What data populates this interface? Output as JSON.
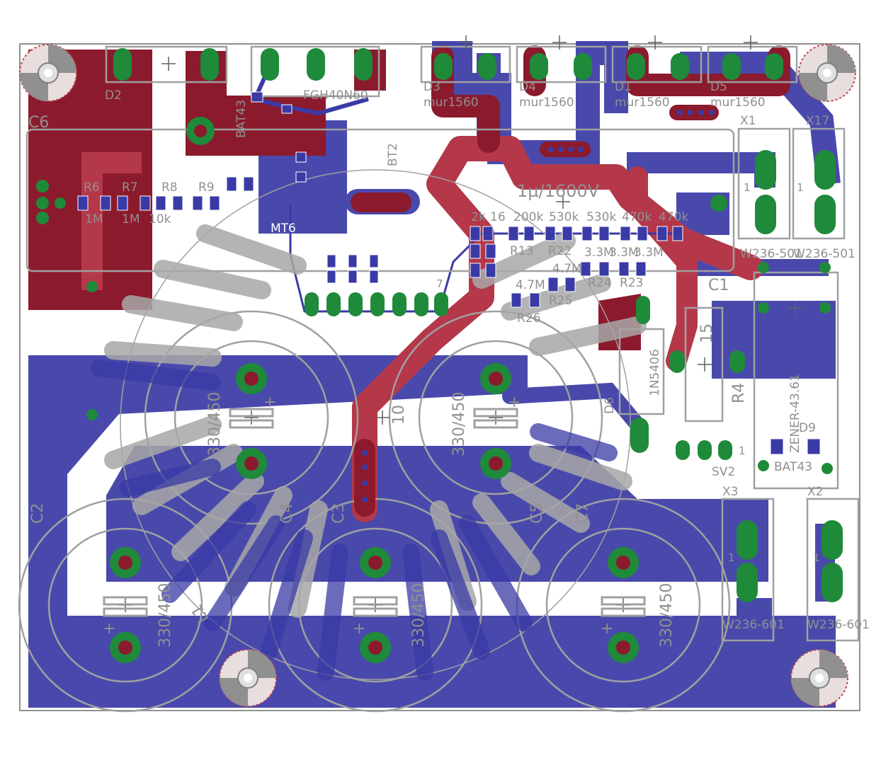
{
  "colors": {
    "top_copper": "#8c1a2d",
    "top_copper_light": "#b4384a",
    "bottom_copper": "#3a3aa6",
    "silkscreen": "#a0a0a0",
    "pad": "#1f8a3a",
    "board_outline": "#909090",
    "background": "#ffffff"
  },
  "components": {
    "d2": "D2",
    "d3": "D3",
    "d4": "D4",
    "d1": "D1",
    "d5": "D5",
    "d6": "D6",
    "d9": "D9",
    "mur_a": "mur1560",
    "mur_b": "mur1560",
    "mur_c": "mur1560",
    "mur_d": "mur1560",
    "c6": "C6",
    "c1": "C1",
    "c2": "C2",
    "c3": "C3",
    "c4": "C4",
    "c5": "C5",
    "c7": "C7",
    "igbt": "FGH40N60",
    "bt2": "BT2",
    "bat43_a": "BAT43",
    "bat43_b": "BAT43",
    "x1": "X1",
    "x17": "X17",
    "x3": "X3",
    "x2": "X2",
    "w236_501_a": "W236-501",
    "w236_501_b": "W236-501",
    "w236_601_a": "W236-601",
    "w236_601_b": "W236-601",
    "cap_1u": "1µ/1600V",
    "r6": "R6",
    "r7": "R7",
    "r8": "R8",
    "r9": "R9",
    "r6_val": "1M",
    "r7_val": "1M",
    "r8_val": "10k",
    "r13": "R13",
    "r22": "R22",
    "r24": "R24",
    "r23": "R23",
    "r25": "R25",
    "r26": "R26",
    "r4": "R4",
    "r_vals": [
      "2k",
      "16",
      "200k",
      "530k",
      "530k",
      "470k",
      "470k"
    ],
    "r_vals2": [
      "3.3M",
      "3.3M",
      "3.3M"
    ],
    "v_47m": "4.7M",
    "v_47m_b": "4.7M",
    "d_1n5406": "1N5406",
    "r4_val": "15",
    "sv2": "SV2",
    "sv2_pin": "1",
    "header_pin": "7",
    "elyt_a": "330/450",
    "elyt_b": "330/450",
    "elyt_c": "330/450",
    "elyt_d": "330/450",
    "elyt_e": "330/450",
    "zener": "ZENER-43.61",
    "val_10": "10",
    "l1": "L1",
    "mt6": "MT6",
    "x_pin": "1"
  }
}
